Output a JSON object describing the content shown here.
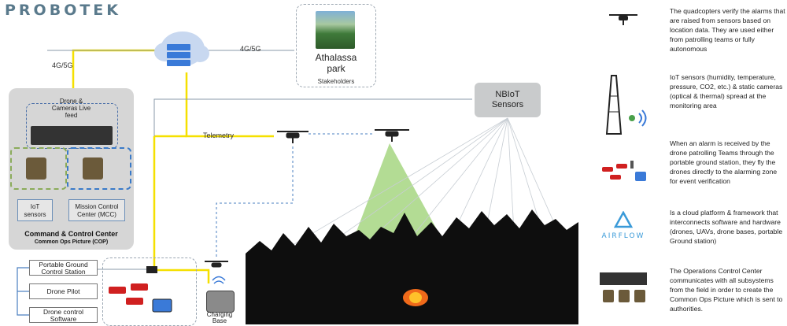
{
  "logo": "PROBOTEK",
  "diagram": {
    "links": {
      "cloud_to_park": "4G/5G",
      "cc_to_cloud": "4G/5G",
      "telemetry": "Telemetry"
    },
    "park": {
      "name_line1": "Athalassa",
      "name_line2": "park",
      "stakeholders": "Stakeholders"
    },
    "nbiot": {
      "line1": "NBIoT",
      "line2": "Sensors"
    },
    "command_center": {
      "feed_line1": "Drone &",
      "feed_line2": "Cameras Live",
      "feed_line3": "feed",
      "iot_line1": "IoT",
      "iot_line2": "sensors",
      "mcc_line1": "Mission Control",
      "mcc_line2": "Center (MCC)",
      "title": "Command & Control Center",
      "subtitle": "Common Ops Picture (COP)"
    },
    "field": {
      "portable_line1": "Portable Ground",
      "portable_line2": "Control Station",
      "drone_pilot": "Drone Pilot",
      "software_line1": "Drone control",
      "software_line2": "Software",
      "charging_line1": "Charging",
      "charging_line2": "Base"
    }
  },
  "legend": {
    "items": [
      {
        "icon": "quadcopter-icon",
        "text": "The quadcopters verify the alarms that are raised from sensors based on location data. They are used either from patrolling teams or fully autonomous"
      },
      {
        "icon": "sensor-tower-icon",
        "text": "IoT sensors (humidity, temperature, pressure, CO2, etc.) & static cameras (optical & thermal) spread at the monitoring area"
      },
      {
        "icon": "patrol-team-icon",
        "text": "When an alarm is received by the drone patrolling Teams through the portable ground station, they fly the drones directly to the alarming zone for event verification"
      },
      {
        "icon": "airflow-logo-icon",
        "logo_text": "AIRFLOW",
        "text": "Is a cloud platform & framework that interconnects software and hardware (drones, UAVs, drone bases, portable Ground station)"
      },
      {
        "icon": "operations-center-icon",
        "text": "The Operations Control Center communicates with all subsystems from the field in order to create the Common Ops Picture which is  sent to authorities."
      }
    ]
  },
  "colors": {
    "yellow_link": "#f5e000",
    "blue_dashed": "#4a7fc0",
    "green_beam": "#9ad070",
    "forest": "#0e0e0e"
  }
}
